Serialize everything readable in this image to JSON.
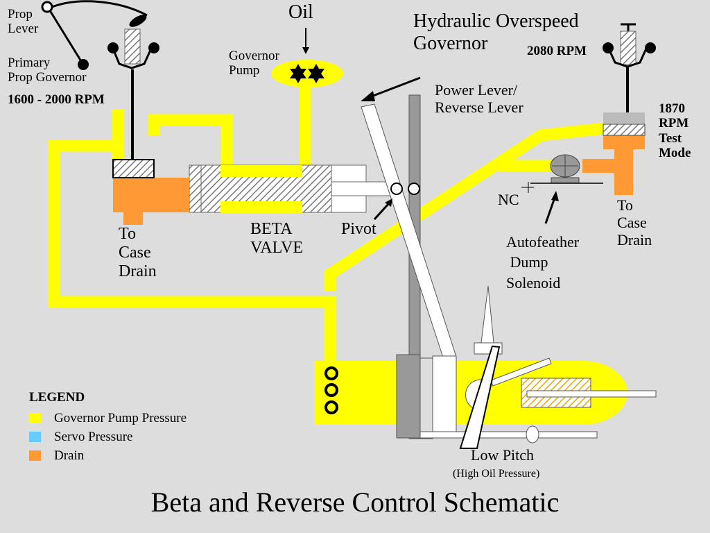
{
  "title": "Beta and Reverse Control Schematic",
  "colors": {
    "background": "#dddddd",
    "governor_pump_pressure": "#ffff00",
    "servo_pressure": "#66ccff",
    "drain": "#ff9933"
  },
  "labels": {
    "prop_lever": [
      "Prop",
      "Lever"
    ],
    "primary_governor": [
      "Primary",
      "Prop Governor"
    ],
    "primary_rpm": "1600 - 2000 RPM",
    "oil": "Oil",
    "governor_pump": [
      "Governor",
      "Pump"
    ],
    "overspeed_governor": [
      "Hydraulic Overspeed",
      "Governor"
    ],
    "overspeed_rpm": "2080 RPM",
    "power_lever": [
      "Power Lever/",
      "Reverse Lever"
    ],
    "test_mode": [
      "1870",
      "RPM",
      "Test",
      "Mode"
    ],
    "nc": "NC",
    "autofeather": [
      "Autofeather",
      " Dump",
      "Solenoid"
    ],
    "case_drain_left": [
      "To",
      "Case",
      "Drain"
    ],
    "case_drain_right": [
      "To",
      "Case",
      "Drain"
    ],
    "beta_valve": [
      "BETA",
      "VALVE"
    ],
    "pivot": "Pivot",
    "low_pitch": "Low Pitch",
    "high_oil": "(High Oil Pressure)"
  },
  "legend": {
    "title": "LEGEND",
    "items": [
      {
        "label": "Governor Pump Pressure",
        "color": "#ffff00"
      },
      {
        "label": "Servo Pressure",
        "color": "#66ccff"
      },
      {
        "label": "Drain",
        "color": "#ff9933"
      }
    ]
  }
}
